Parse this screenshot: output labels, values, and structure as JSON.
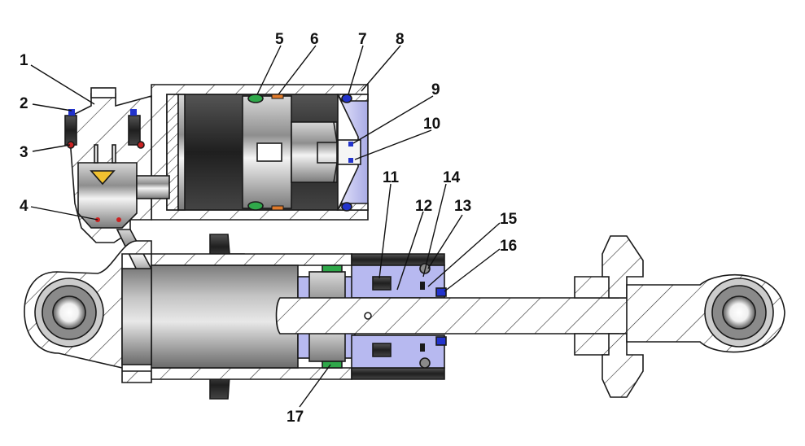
{
  "colors": {
    "background": "#ffffff",
    "outline": "#1a1a1a",
    "section_fill": "#ffffff",
    "hatch": "#2b2b2b",
    "dark_metal": "#2e2e2e",
    "mid_metal": "#9a9a9a",
    "light_metal": "#dedede",
    "seal_green": "#2fa84a",
    "seal_blue": "#2233cc",
    "seal_red": "#cc2222",
    "seal_orange": "#e07a2a",
    "valve_yellow": "#f2c230",
    "gland_lavender": "#b7b9f0",
    "end_cap_violet": "#c9c9f2"
  },
  "callouts": [
    {
      "id": 1,
      "label": "1"
    },
    {
      "id": 2,
      "label": "2"
    },
    {
      "id": 3,
      "label": "3"
    },
    {
      "id": 4,
      "label": "4"
    },
    {
      "id": 5,
      "label": "5"
    },
    {
      "id": 6,
      "label": "6"
    },
    {
      "id": 7,
      "label": "7"
    },
    {
      "id": 8,
      "label": "8"
    },
    {
      "id": 9,
      "label": "9"
    },
    {
      "id": 10,
      "label": "10"
    },
    {
      "id": 11,
      "label": "11"
    },
    {
      "id": 12,
      "label": "12"
    },
    {
      "id": 13,
      "label": "13"
    },
    {
      "id": 14,
      "label": "14"
    },
    {
      "id": 15,
      "label": "15"
    },
    {
      "id": 16,
      "label": "16"
    },
    {
      "id": 17,
      "label": "17"
    }
  ]
}
